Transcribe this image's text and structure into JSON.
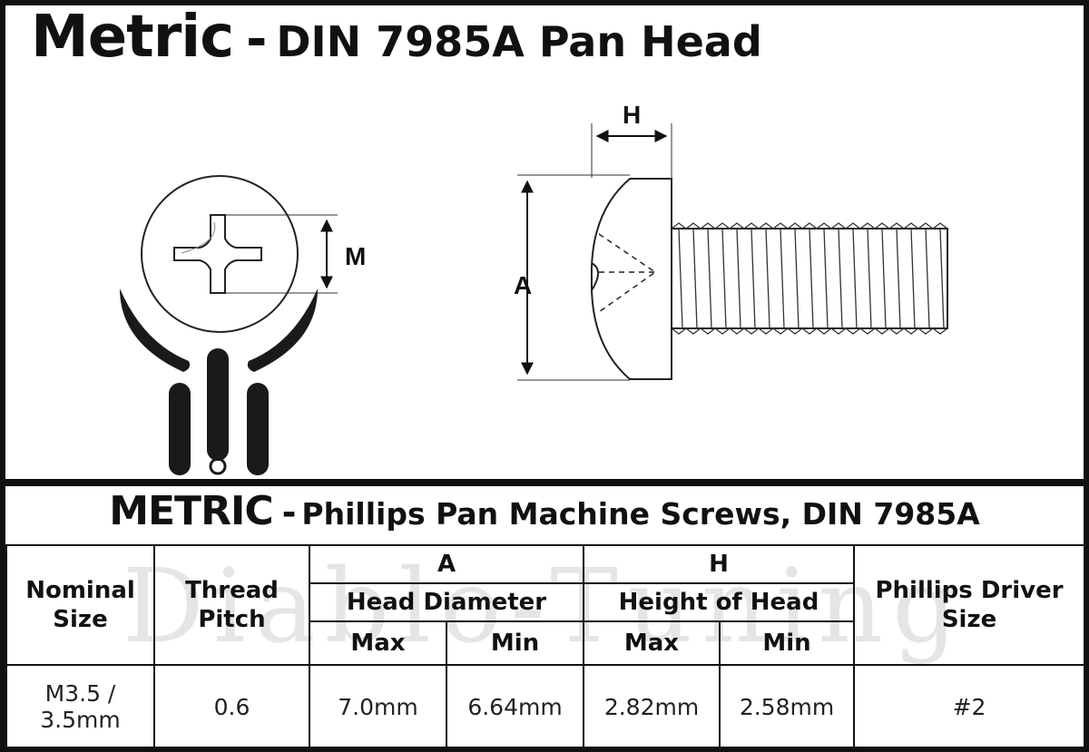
{
  "title": {
    "main": "Metric",
    "dash": "-",
    "sub": "DIN 7985A Pan Head"
  },
  "diagram": {
    "label_m": "M",
    "label_h": "H",
    "label_a": "A"
  },
  "subtitle": {
    "main": "METRIC",
    "dash": "-",
    "sub": "Phillips Pan Machine Screws, DIN 7985A"
  },
  "watermark": "Diablo-Tuning",
  "table": {
    "headers": {
      "nominal_size": "Nominal Size",
      "thread_pitch": "Thread Pitch",
      "a_letter": "A",
      "a_label": "Head Diameter",
      "h_letter": "H",
      "h_label": "Height of Head",
      "max": "Max",
      "min": "Min",
      "driver": "Phillips Driver Size"
    },
    "rows": [
      {
        "nominal_size": "M3.5 / 3.5mm",
        "thread_pitch": "0.6",
        "a_max": "7.0mm",
        "a_min": "6.64mm",
        "h_max": "2.82mm",
        "h_min": "2.58mm",
        "driver": "#2"
      }
    ]
  }
}
